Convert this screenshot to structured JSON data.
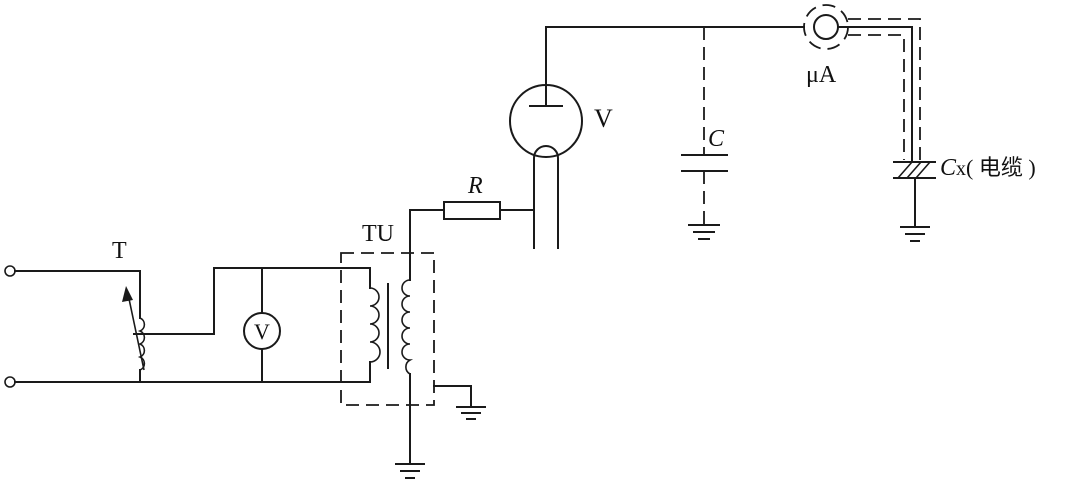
{
  "labels": {
    "transformer_T": "T",
    "test_transformer_TU": "TU",
    "resistor_R": "R",
    "rectifier_V": "V",
    "voltmeter_V": "V",
    "capacitor_C": "C",
    "microammeter": "μA",
    "cable_Cx_main": "C",
    "cable_Cx_sub": "x",
    "cable_Cx_note": "( 电缆 )"
  }
}
